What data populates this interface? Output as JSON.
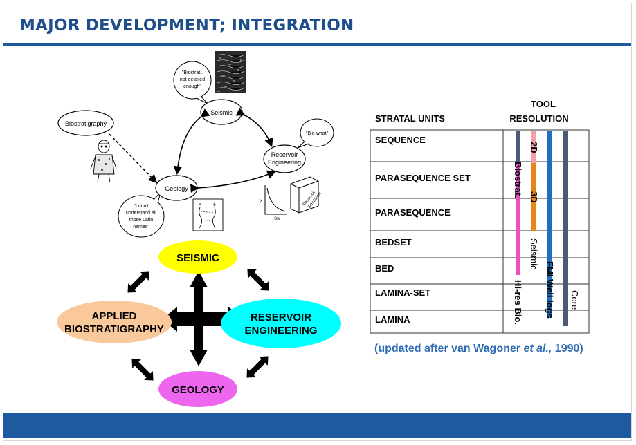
{
  "title": "MAJOR DEVELOPMENT; INTEGRATION",
  "top_diagram": {
    "nodes": [
      "Biostratigraphy",
      "Seismic",
      "Reservoir",
      "Engineering",
      "Geology"
    ],
    "bubbles": {
      "biostrat": [
        "\"Biostrat..",
        "not detailed",
        "enough\""
      ],
      "biowhat": "\"Bio-what\"",
      "latin": [
        "\"I don't",
        "understand all",
        "those Latin",
        "names\""
      ]
    },
    "plot_axis_x": "Sw",
    "plot_axis_y": "x",
    "box_label": [
      "Reservoir",
      "Simulation"
    ],
    "log_labels": [
      "A",
      "B"
    ]
  },
  "bottom_diagram": {
    "seismic": "SEISMIC",
    "biostrat": [
      "APPLIED",
      "BIOSTRATIGRAPHY"
    ],
    "reservoir": [
      "RESERVOIR",
      "ENGINEERING"
    ],
    "geology": "GEOLOGY"
  },
  "table": {
    "header_left": "STRATAL UNITS",
    "header_right": [
      "TOOL",
      "RESOLUTION"
    ],
    "rows": [
      "SEQUENCE",
      "PARASEQUENCE SET",
      "PARASEQUENCE",
      "BEDSET",
      "BED",
      "LAMINA-SET",
      "LAMINA"
    ],
    "tools": {
      "biostrat": "Biostrat.",
      "hires": "Hi-res Bio.",
      "seis2d": "2D",
      "seis3d": "3D",
      "seismic": "Seismic",
      "fmi": "FMI Well logs",
      "core": "Core"
    },
    "colors": {
      "biostrat": "#e84fc0",
      "seismic_2d": "#f2a0a8",
      "seismic_3d": "#e8841c",
      "fmi": "#1e6fc2",
      "core": "#4a5c74",
      "slate": "#4a5c74"
    }
  },
  "citation": {
    "before": "(updated after van Wagoner ",
    "italic": "et al.,",
    "after": " 1990)"
  },
  "colors": {
    "title": "#1f4e8c",
    "band": "#1d5aa0",
    "seismic_fill": "#ffff00",
    "biostrat_fill": "#f9c89b",
    "reservoir_fill": "#00ffff",
    "geology_fill": "#ee66ee"
  }
}
